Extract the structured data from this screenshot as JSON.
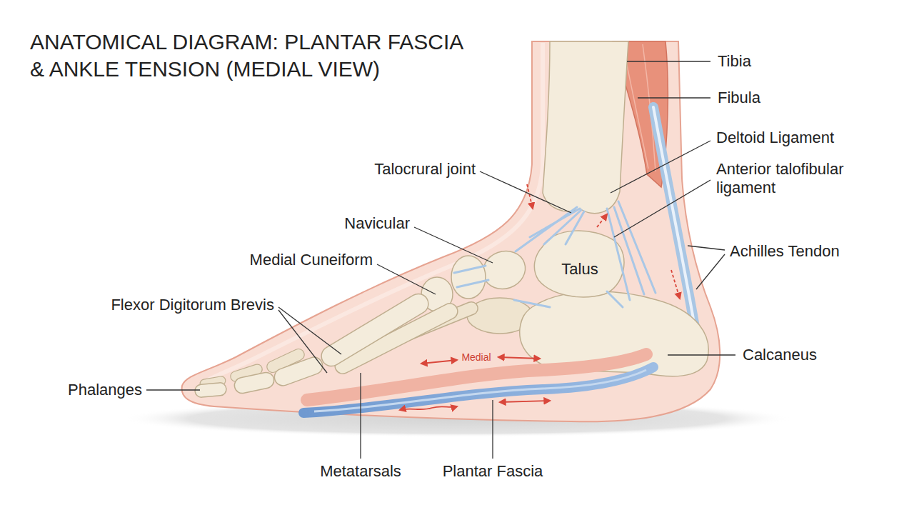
{
  "diagram": {
    "title": "ANATOMICAL DIAGRAM: PLANTAR FASCIA & ANKLE TENSION (MEDIAL VIEW)",
    "labels": [
      "Tibia",
      "Fibula",
      "Deltoid Ligament",
      "Talocrural joint",
      "Anterior talofibular ligament",
      "Navicular",
      "Achilles Tendon",
      "Medial Cuneiform",
      "Talus",
      "Flexor Digitorum Brevis",
      "Medial",
      "Calcaneus",
      "Phalanges",
      "Metatarsals",
      "Plantar Fascia"
    ]
  }
}
